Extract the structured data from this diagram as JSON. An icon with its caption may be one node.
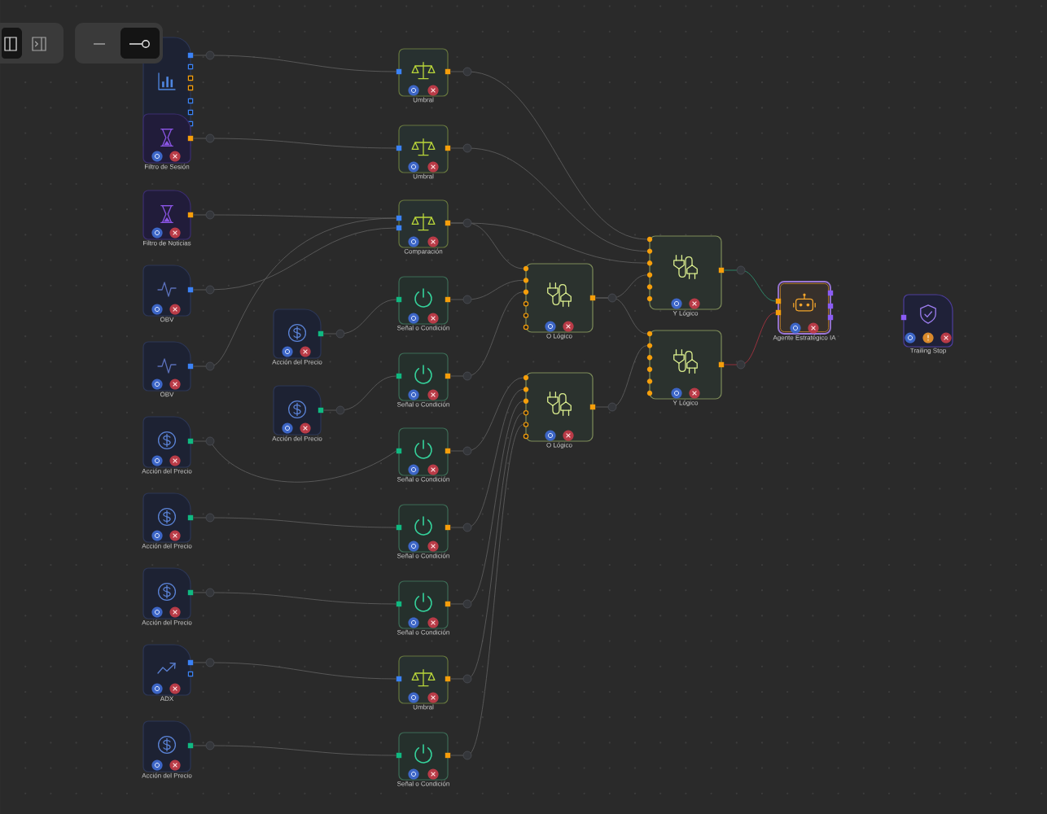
{
  "diagram": {
    "nodes": [
      {
        "text": [],
        "shape": "box"
      },
      {
        "text": [
          "Filtro de Sesión"
        ]
      },
      {
        "text": [
          "Filtro de Noticias"
        ]
      },
      {
        "text": [
          "OBV"
        ]
      },
      {
        "text": [
          "OBV"
        ]
      },
      {
        "text": [
          "Acción del Precio"
        ]
      },
      {
        "text": [
          "Acción del Precio"
        ]
      },
      {
        "text": [
          "Acción del Precio"
        ]
      },
      {
        "text": [
          "ADX"
        ]
      },
      {
        "text": [
          "Acción del Precio"
        ]
      },
      {
        "text": [
          "Acción del Precio"
        ]
      },
      {
        "text": [
          "Acción del Precio"
        ]
      },
      {
        "text": [
          "Umbral"
        ]
      },
      {
        "text": [
          "Umbral"
        ]
      },
      {
        "text": [
          "Comparación"
        ]
      },
      {
        "text": [
          "Señal o Condición"
        ]
      },
      {
        "text": [
          "Señal o Condición"
        ]
      },
      {
        "text": [
          "Señal o Condición"
        ]
      },
      {
        "text": [
          "Señal o Condición"
        ]
      },
      {
        "text": [
          "Señal o Condición"
        ]
      },
      {
        "text": [
          "Umbral"
        ]
      },
      {
        "text": [
          "Señal o Condición"
        ]
      },
      {
        "text": [
          "O Lógico"
        ]
      },
      {
        "text": [
          "O Lógico"
        ]
      },
      {
        "text": [
          "Y Lógico"
        ]
      },
      {
        "text": [
          "Y Lógico"
        ]
      },
      {
        "text": [
          "Agente Estratégico IA"
        ]
      },
      {
        "text": [
          "Trailing Stop"
        ]
      }
    ],
    "edges": [
      {
        "from": 0,
        "to": 12,
        "arrow": "none"
      },
      {
        "from": 1,
        "to": 13,
        "arrow": "none"
      },
      {
        "from": 2,
        "to": 14,
        "arrow": "none"
      },
      {
        "from": 3,
        "to": 14,
        "arrow": "none"
      },
      {
        "from": 4,
        "to": 14,
        "arrow": "none"
      },
      {
        "from": 10,
        "to": 15,
        "arrow": "none"
      },
      {
        "from": 11,
        "to": 16,
        "arrow": "none"
      },
      {
        "from": 5,
        "to": 17,
        "arrow": "none"
      },
      {
        "from": 6,
        "to": 18,
        "arrow": "none"
      },
      {
        "from": 7,
        "to": 19,
        "arrow": "none"
      },
      {
        "from": 8,
        "to": 20,
        "arrow": "none"
      },
      {
        "from": 9,
        "to": 21,
        "arrow": "none"
      },
      {
        "from": 12,
        "to": 24,
        "arrow": "none"
      },
      {
        "from": 13,
        "to": 24,
        "arrow": "none"
      },
      {
        "from": 14,
        "to": 24,
        "arrow": "none"
      },
      {
        "from": 14,
        "to": 22,
        "arrow": "none"
      },
      {
        "from": 15,
        "to": 22,
        "arrow": "none"
      },
      {
        "from": 16,
        "to": 22,
        "arrow": "none"
      },
      {
        "from": 17,
        "to": 23,
        "arrow": "none"
      },
      {
        "from": 18,
        "to": 23,
        "arrow": "none"
      },
      {
        "from": 19,
        "to": 23,
        "arrow": "none"
      },
      {
        "from": 20,
        "to": 23,
        "arrow": "none"
      },
      {
        "from": 21,
        "to": 23,
        "arrow": "none"
      },
      {
        "from": 22,
        "to": 24,
        "arrow": "none"
      },
      {
        "from": 22,
        "to": 25,
        "arrow": "none"
      },
      {
        "from": 23,
        "to": 25,
        "arrow": "none"
      },
      {
        "from": 24,
        "to": 26,
        "arrow": "none",
        "color": "#2e8f6e"
      },
      {
        "from": 25,
        "to": 26,
        "arrow": "none",
        "color": "#a3323f"
      }
    ]
  }
}
